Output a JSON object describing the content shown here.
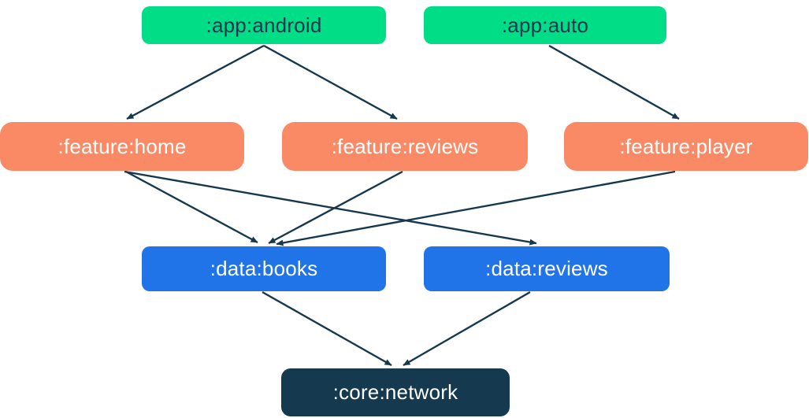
{
  "diagram": {
    "type": "module-dependency-graph",
    "colors": {
      "app_node": "#00DD87",
      "feature_node": "#FA8A66",
      "data_node": "#2173E8",
      "core_node": "#15394E",
      "edge": "#16384E",
      "text_on_app": "#16384E",
      "text_on_other": "#FFFFFF",
      "background": "#FFFFFF"
    },
    "nodes": {
      "app_android": {
        "label": ":app:android",
        "type": "app"
      },
      "app_auto": {
        "label": ":app:auto",
        "type": "app"
      },
      "feature_home": {
        "label": ":feature:home",
        "type": "feature"
      },
      "feature_reviews": {
        "label": ":feature:reviews",
        "type": "feature"
      },
      "feature_player": {
        "label": ":feature:player",
        "type": "feature"
      },
      "data_books": {
        "label": ":data:books",
        "type": "data"
      },
      "data_reviews": {
        "label": ":data:reviews",
        "type": "data"
      },
      "core_network": {
        "label": ":core:network",
        "type": "core"
      }
    },
    "edges": [
      {
        "from": ":app:android",
        "to": ":feature:home"
      },
      {
        "from": ":app:android",
        "to": ":feature:reviews"
      },
      {
        "from": ":app:auto",
        "to": ":feature:player"
      },
      {
        "from": ":feature:home",
        "to": ":data:books"
      },
      {
        "from": ":feature:home",
        "to": ":data:reviews"
      },
      {
        "from": ":feature:reviews",
        "to": ":data:books"
      },
      {
        "from": ":feature:player",
        "to": ":data:books"
      },
      {
        "from": ":data:books",
        "to": ":core:network"
      },
      {
        "from": ":data:reviews",
        "to": ":core:network"
      }
    ]
  }
}
